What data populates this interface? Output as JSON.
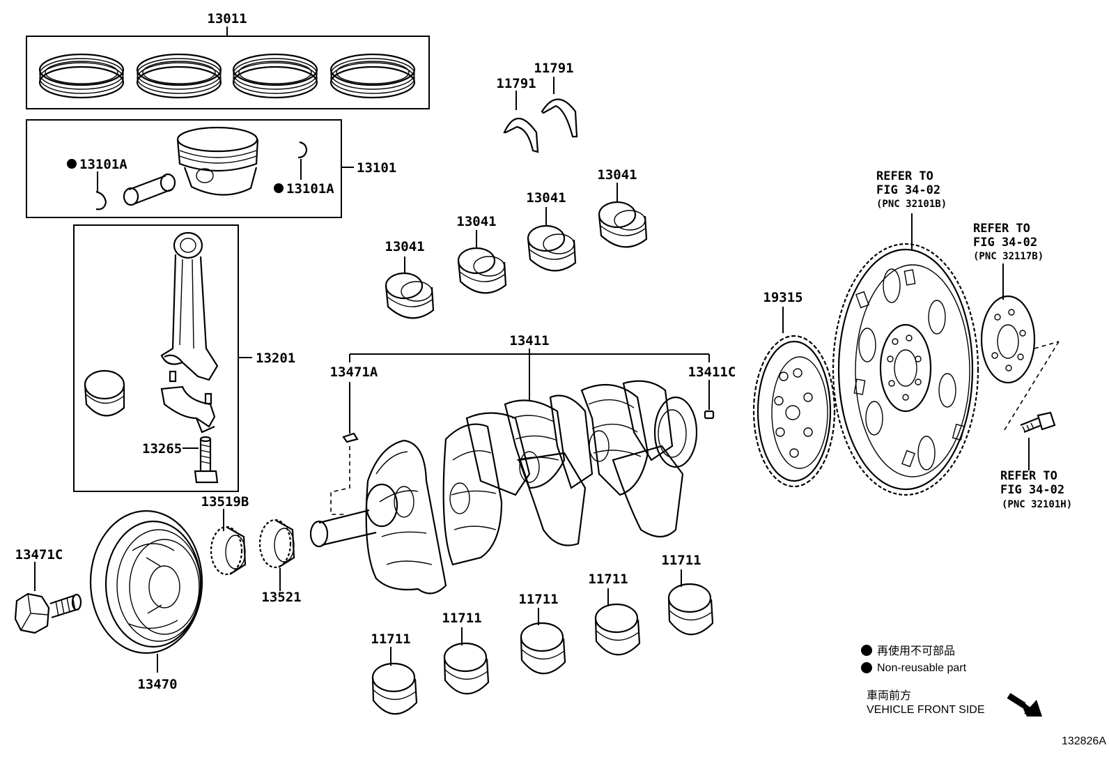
{
  "parts": {
    "p13011": "13011",
    "p13101A_left": "13101A",
    "p13101A_right": "13101A",
    "p13101": "13101",
    "p13201": "13201",
    "p13265": "13265",
    "p11791_a": "11791",
    "p11791_b": "11791",
    "p13041_a": "13041",
    "p13041_b": "13041",
    "p13041_c": "13041",
    "p13041_d": "13041",
    "p13411": "13411",
    "p13471A": "13471A",
    "p13411C": "13411C",
    "p19315": "19315",
    "p13519B": "13519B",
    "p13521": "13521",
    "p13471C": "13471C",
    "p13470": "13470",
    "p11711_a": "11711",
    "p11711_b": "11711",
    "p11711_c": "11711",
    "p11711_d": "11711",
    "p11711_e": "11711"
  },
  "refs": {
    "ref1": {
      "line1": "REFER TO",
      "line2": "FIG 34-02",
      "line3": "(PNC 32101B)"
    },
    "ref2": {
      "line1": "REFER TO",
      "line2": "FIG 34-02",
      "line3": "(PNC 32117B)"
    },
    "ref3": {
      "line1": "REFER TO",
      "line2": "FIG 34-02",
      "line3": "(PNC 32101H)"
    }
  },
  "legend": {
    "jp": "再使用不可部品",
    "en": "Non-reusable part",
    "front_jp": "車両前方",
    "front_en": "VEHICLE FRONT SIDE"
  },
  "diagram_id": "132826A"
}
